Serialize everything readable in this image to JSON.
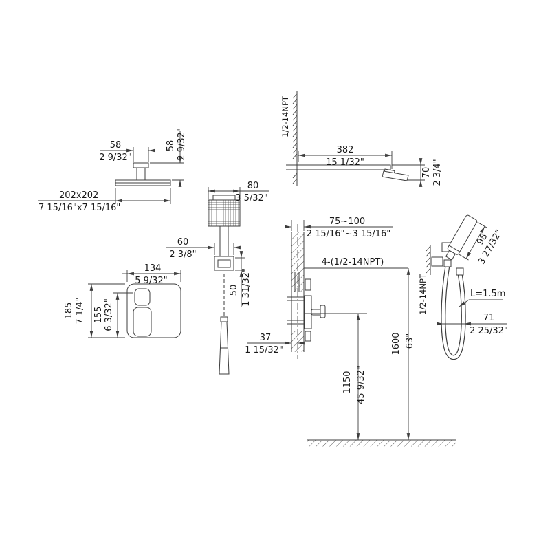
{
  "drawing": {
    "background": "#ffffff",
    "line_color": "#3d3d3d",
    "text_color": "#1a1a1a"
  },
  "dims": {
    "ceiling_flange_width": {
      "mm": "58",
      "inch": "2 9/32\""
    },
    "ceiling_arm_height": {
      "mm": "58",
      "inch": "2 9/32\""
    },
    "ceiling_head_size": {
      "mm": "202x202",
      "inch": "7 15/16\"x7 15/16\""
    },
    "wall_arm_thread": "1/2-14NPT",
    "wall_arm_length": {
      "mm": "382",
      "inch": "15 1/32\""
    },
    "wall_arm_drop": {
      "mm": "70",
      "inch": "2 3/4\""
    },
    "column_head_width": {
      "mm": "80",
      "inch": "3 5/32\""
    },
    "column_flange_width": {
      "mm": "60",
      "inch": "2 3/8\""
    },
    "column_flange_drop": {
      "mm": "50",
      "inch": "1 31/32\""
    },
    "mixer_width": {
      "mm": "134",
      "inch": "5 9/32\""
    },
    "mixer_height": {
      "mm": "185",
      "inch": "7 1/4\""
    },
    "mixer_inner_height": {
      "mm": "155",
      "inch": "6 3/32\""
    },
    "wall_thickness": {
      "mm": "75~100",
      "inch": "2 15/16\"~3 15/16\""
    },
    "connection_note": "4-(1/2-14NPT)",
    "valve_depth": {
      "mm": "37",
      "inch": "1 15/32\""
    },
    "handshower_length": {
      "mm": "98",
      "inch": "3 27/32\""
    },
    "handshower_thread": "1/2-14NPT",
    "hose_length": "L=1.5m",
    "hose_loop_width": {
      "mm": "71",
      "inch": "2 25/32\""
    },
    "valve_mount_height": {
      "mm": "1150",
      "inch": "45 9/32\""
    },
    "outlet_mount_height": {
      "mm": "1600",
      "inch": "63\""
    }
  }
}
